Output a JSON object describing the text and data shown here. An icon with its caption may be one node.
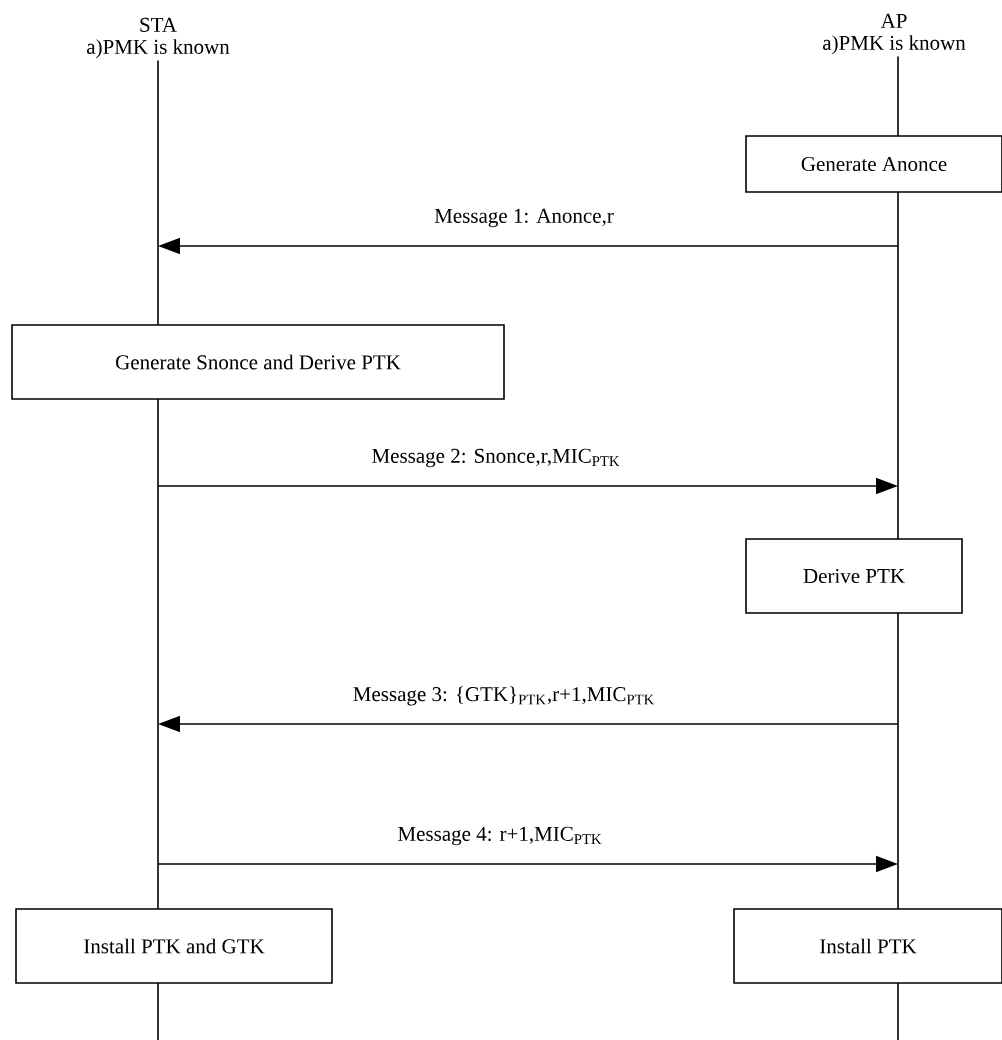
{
  "diagram": {
    "nodes": [
      {
        "text": [
          "STA",
          "a)PMK is known"
        ]
      },
      {
        "text": [
          "AP",
          "a)PMK is known"
        ]
      },
      {
        "text": [
          "Generate Anonce"
        ]
      },
      {
        "text": [
          "Generate Snonce and Derive PTK"
        ]
      },
      {
        "text": [
          "Derive PTK"
        ]
      },
      {
        "text": [
          "Install PTK and GTK"
        ]
      },
      {
        "text": [
          "Install PTK"
        ]
      }
    ],
    "edges": [
      {
        "from": 1,
        "to": 0,
        "arrow": "to",
        "label": "Message 1: Anonce,r"
      },
      {
        "from": 0,
        "to": 1,
        "arrow": "to",
        "label": "Message 2: Snonce,r,MIC$_{PTK}$"
      },
      {
        "from": 1,
        "to": 0,
        "arrow": "to",
        "label": "Message 3: {GTK}$_{PTK}$,r+1,MIC$_{PTK}$"
      },
      {
        "from": 0,
        "to": 1,
        "arrow": "to",
        "label": "Message 4: r+1,MIC$_{PTK}$"
      }
    ]
  }
}
